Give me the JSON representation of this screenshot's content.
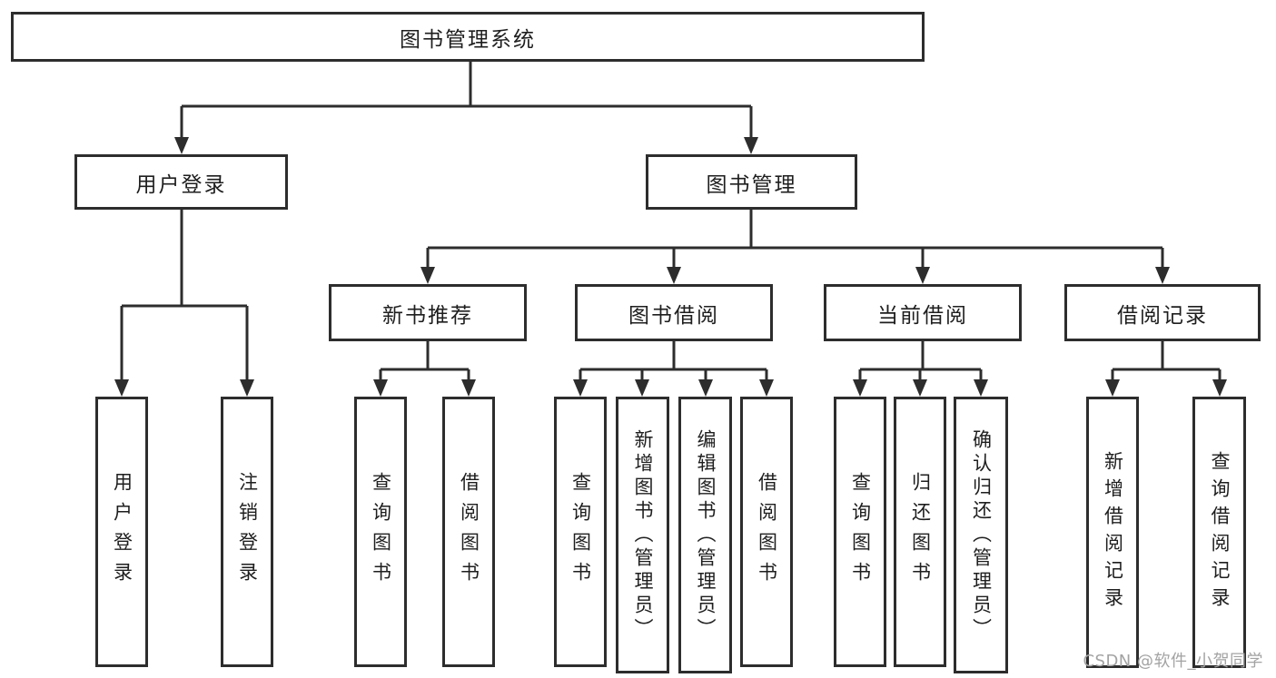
{
  "diagram": {
    "title": "图书管理系统",
    "type": "hierarchy-tree",
    "hierarchy": {
      "图书管理系统": {
        "用户登录": [
          "用户登录",
          "注销登录"
        ],
        "图书管理": {
          "新书推荐": [
            "查询图书",
            "借阅图书"
          ],
          "图书借阅": [
            "查询图书",
            "新增图书（管理员）",
            "编辑图书（管理员）",
            "借阅图书"
          ],
          "当前借阅": [
            "查询图书",
            "归还图书",
            "确认归还（管理员）"
          ],
          "借阅记录": [
            "新增借阅记录",
            "查询借阅记录"
          ]
        }
      }
    }
  },
  "nodes": {
    "root": "图书管理系统",
    "l2_user_login": "用户登录",
    "l2_book_mgmt": "图书管理",
    "l3_new_book": "新书推荐",
    "l3_book_borrow": "图书借阅",
    "l3_current_borrow": "当前借阅",
    "l3_borrow_record": "借阅记录",
    "leaf_user_login": "用户登录",
    "leaf_logout": "注销登录",
    "leaf_query_book_1": "查询图书",
    "leaf_borrow_book_1": "借阅图书",
    "leaf_query_book_2": "查询图书",
    "leaf_add_book": "新增图书（管理员）",
    "leaf_edit_book": "编辑图书（管理员）",
    "leaf_borrow_book_2": "借阅图书",
    "leaf_query_book_3": "查询图书",
    "leaf_return_book": "归还图书",
    "leaf_confirm_return": "确认归还（管理员）",
    "leaf_add_record": "新增借阅记录",
    "leaf_query_record": "查询借阅记录"
  },
  "watermark": {
    "text": "CSDN @软件_小贺同学"
  },
  "colors": {
    "line": "#2d2d2d",
    "text": "#1e1e1e",
    "box_background": "#ffffff",
    "page_background": "#ffffff",
    "watermark": "#a3a3a3"
  }
}
